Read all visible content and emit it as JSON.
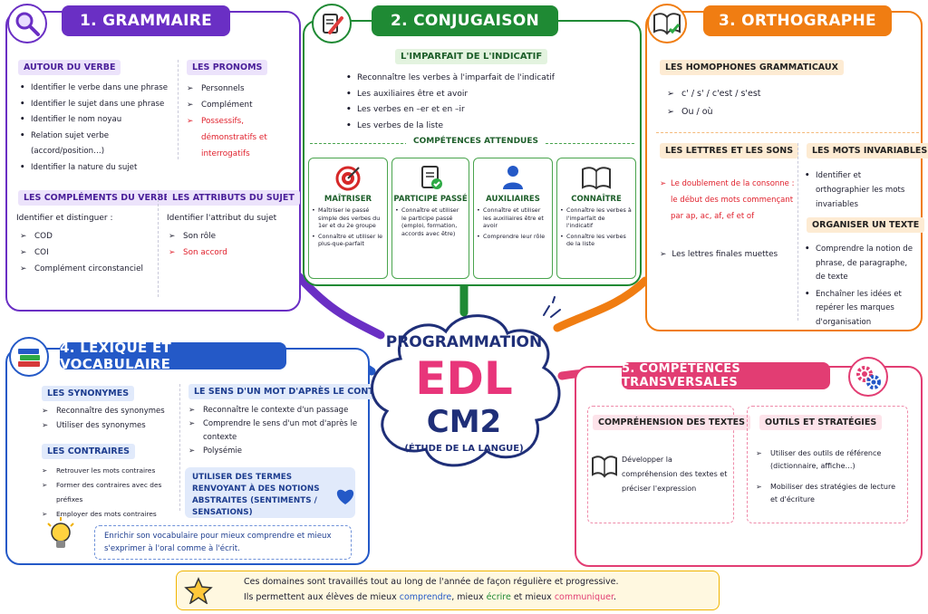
{
  "center": {
    "line1": "PROGRAMMATION",
    "line2": "EDL",
    "line3": "CM2",
    "line4": "(ÉTUDE DE LA LANGUE)"
  },
  "grammaire": {
    "title": "1. GRAMMAIRE",
    "verbe": {
      "tag": "AUTOUR DU VERBE",
      "items": [
        "Identifier le verbe dans une phrase",
        "Identifier le sujet dans une phrase",
        "Identifier le nom noyau",
        "Relation sujet verbe (accord/position…)",
        "Identifier la nature du sujet"
      ]
    },
    "pronoms": {
      "tag": "LES PRONOMS",
      "items": [
        "Personnels",
        "Complément",
        "Possessifs, démonstratifs et interrogatifs"
      ]
    },
    "complements": {
      "tag": "LES COMPLÉMENTS DU VERBE",
      "intro": "Identifier et distinguer :",
      "items": [
        "COD",
        "COI",
        "Complément circonstanciel"
      ]
    },
    "attributs": {
      "tag": "LES ATTRIBUTS DU SUJET",
      "intro": "Identifier l'attribut du sujet",
      "items": [
        "Son rôle",
        "Son accord"
      ]
    }
  },
  "conjugaison": {
    "title": "2. CONJUGAISON",
    "subtitle": "L'IMPARFAIT DE L'INDICATIF",
    "items": [
      "Reconnaître les verbes à l'imparfait de l'indicatif",
      "Les auxiliaires être et avoir",
      "Les verbes en –er et en –ir",
      "Les verbes de la liste"
    ],
    "competences": "COMPÉTENCES ATTENDUES",
    "cards": [
      {
        "title": "MAÎTRISER",
        "items": [
          "Maîtriser le passé simple des verbes du 1er et du 2e groupe",
          "Connaître et utiliser le plus-que-parfait"
        ]
      },
      {
        "title": "PARTICIPE PASSÉ",
        "items": [
          "Connaître et utiliser le participe passé (emploi, formation, accords avec être)"
        ]
      },
      {
        "title": "AUXILIAIRES",
        "items": [
          "Connaître et utiliser les auxiliaires être et avoir",
          "Comprendre leur rôle"
        ]
      },
      {
        "title": "CONNAÎTRE",
        "items": [
          "Connaître les verbes à l'imparfait de l'indicatif",
          "Connaître les verbes de la liste"
        ]
      }
    ]
  },
  "orthographe": {
    "title": "3. ORTHOGRAPHE",
    "homophones": {
      "tag": "LES HOMOPHONES GRAMMATICAUX",
      "item1": "c' / s' / c'est / s'est",
      "item2": "Ou / où"
    },
    "lettres": {
      "tag": "LES LETTRES ET LES SONS",
      "item1": "Le doublement de la consonne : le début des mots commençant par ap, ac, af, ef et of",
      "item2": "Les lettres finales muettes"
    },
    "invariables": {
      "tag": "LES MOTS INVARIABLES",
      "items": [
        "Identifier et orthographier les mots invariables"
      ]
    },
    "texte": {
      "tag": "ORGANISER UN TEXTE",
      "items": [
        "Comprendre la notion de phrase, de paragraphe, de texte",
        "Enchaîner les idées et repérer les marques d'organisation"
      ]
    }
  },
  "lexique": {
    "title": "4. LEXIQUE ET VOCABULAIRE",
    "synonymes": {
      "tag": "LES SYNONYMES",
      "items": [
        "Reconnaître des synonymes",
        "Utiliser des synonymes"
      ]
    },
    "contraires": {
      "tag": "LES CONTRAIRES",
      "items": [
        "Retrouver les mots contraires",
        "Former des contraires avec des préfixes",
        "Employer des mots contraires"
      ]
    },
    "sens": {
      "tag": "LE SENS D'UN MOT D'APRÈS LE CONTEXTE",
      "items": [
        "Reconnaître le contexte d'un passage",
        "Comprendre le sens d'un mot d'après le contexte",
        "Polysémie"
      ]
    },
    "abstraits": "UTILISER DES TERMES RENVOYANT À DES NOTIONS ABSTRAITES (SENTIMENTS / SENSATIONS)",
    "enrichir": "Enrichir son vocabulaire pour mieux comprendre et mieux s'exprimer à l'oral comme à l'écrit."
  },
  "transversales": {
    "title": "5. COMPÉTENCES TRANSVERSALES",
    "comprehension": {
      "tag": "COMPRÉHENSION DES TEXTES",
      "text": "Développer la compréhension des textes et préciser l'expression"
    },
    "outils": {
      "tag": "OUTILS ET STRATÉGIES",
      "items": [
        "Utiliser des outils de référence (dictionnaire, affiche…)",
        "Mobiliser des stratégies de lecture et d'écriture"
      ]
    }
  },
  "footer": {
    "line1": "Ces domaines sont travaillés tout au long de l'année de façon régulière et progressive.",
    "line2_start": "Ils permettent aux élèves de mieux ",
    "w1": "comprendre",
    "sep1": ", mieux ",
    "w2": "écrire",
    "sep2": " et mieux ",
    "w3": "communiquer",
    "end": "."
  },
  "colors": {
    "grammaire": "#6a2fc4",
    "conjugaison": "#1f8a34",
    "orthographe": "#f07d12",
    "lexique": "#2459c7",
    "transversales": "#e23d73",
    "center_pink": "#e8357a",
    "center_navy": "#1f2f78"
  }
}
